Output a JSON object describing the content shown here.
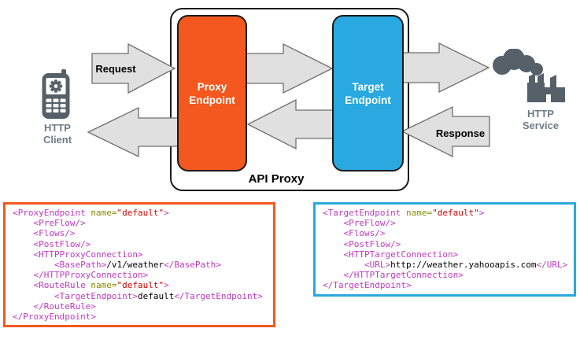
{
  "diagram": {
    "http_client": {
      "label_line1": "HTTP",
      "label_line2": "Client"
    },
    "api_proxy": {
      "label": "API Proxy",
      "proxy_endpoint": {
        "label_line1": "Proxy",
        "label_line2": "Endpoint"
      },
      "target_endpoint": {
        "label_line1": "Target",
        "label_line2": "Endpoint"
      }
    },
    "http_service": {
      "label_line1": "HTTP",
      "label_line2": "Service"
    },
    "arrows": {
      "request_label": "Request",
      "response_label": "Response"
    }
  },
  "code_blocks": {
    "proxy_endpoint": {
      "lines": [
        "<ProxyEndpoint name=\"default\">",
        "    <PreFlow/>",
        "    <Flows/>",
        "    <PostFlow/>",
        "    <HTTPProxyConnection>",
        "        <BasePath>/v1/weather</BasePath>",
        "    </HTTPProxyConnection>",
        "    <RouteRule name=\"default\">",
        "        <TargetEndpoint>default</TargetEndpoint>",
        "    </RouteRule>",
        "</ProxyEndpoint>"
      ]
    },
    "target_endpoint": {
      "lines": [
        "<TargetEndpoint name=\"default\">",
        "    <PreFlow/>",
        "    <Flows/>",
        "    <PostFlow/>",
        "    <HTTPTargetConnection>",
        "        <URL>http://weather.yahooapis.com</URL>",
        "    </HTTPTargetConnection>",
        "</TargetEndpoint>"
      ]
    }
  },
  "colors": {
    "proxy_orange": "#F4581F",
    "target_blue": "#29A9DF",
    "arrow_fill": "#E0E0E0",
    "arrow_stroke": "#6E6E6E",
    "icon_slate": "#556069",
    "icon_label_gray": "#6F7C87",
    "code_tag_magenta": "#C238C2",
    "code_attr_olive": "#8B8B00",
    "code_string_red": "#D40000"
  }
}
